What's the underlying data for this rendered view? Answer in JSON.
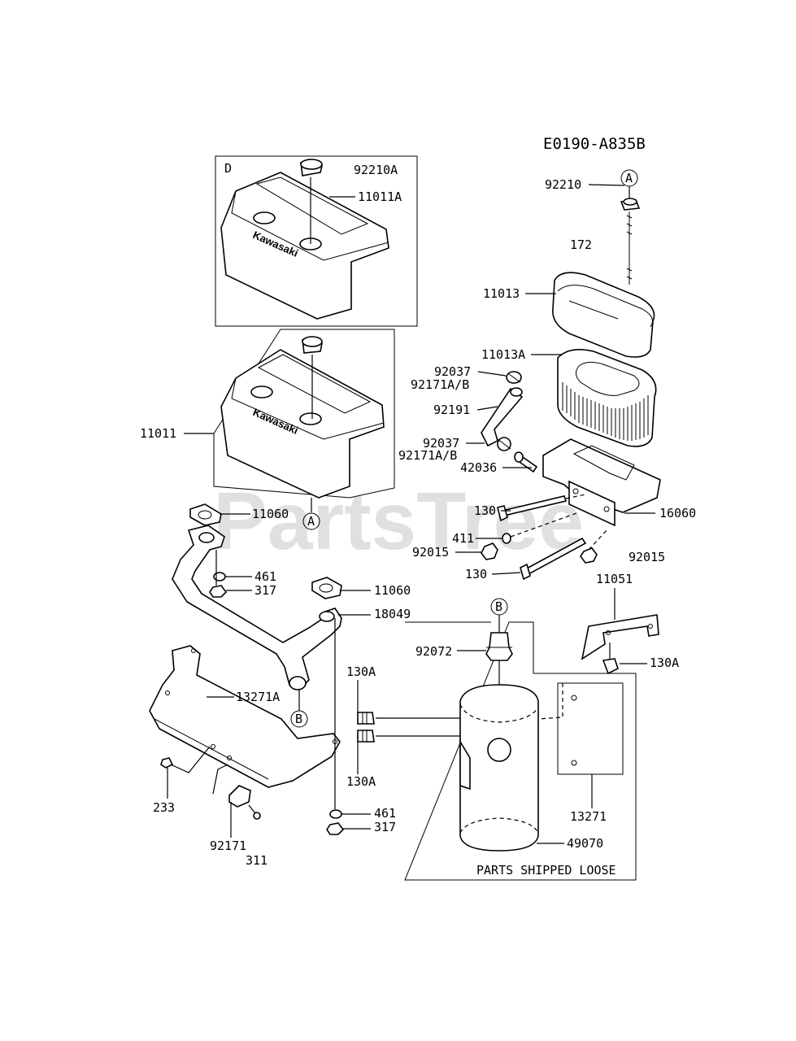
{
  "diagram": {
    "code": "E0190-A835B",
    "watermark": "PartsTree",
    "brand_mark": "Kawasaki",
    "box_label_d": "D",
    "shipped_loose_note": "PARTS SHIPPED LOOSE",
    "callouts": {
      "a": "A",
      "b": "B"
    },
    "part_numbers": {
      "p92210A": "92210A",
      "p11011A": "11011A",
      "p11011": "11011",
      "p92210": "92210",
      "p172": "172",
      "p11013": "11013",
      "p11013A": "11013A",
      "p92037_top": "92037",
      "p92171AB_top": "92171A/B",
      "p92191": "92191",
      "p92037_bot": "92037",
      "p92171AB_bot": "92171A/B",
      "p42036": "42036",
      "p130_top": "130",
      "p16060": "16060",
      "p411": "411",
      "p92015_left": "92015",
      "p92015_right": "92015",
      "p130_mid": "130",
      "p11060_top": "11060",
      "p461_top": "461",
      "p317_top": "317",
      "p11060_bot": "11060",
      "p18049": "18049",
      "p11051": "11051",
      "p92072": "92072",
      "p130A_right": "130A",
      "p130A_top": "130A",
      "p13271A": "13271A",
      "p130A_bot": "130A",
      "p233": "233",
      "p13271": "13271",
      "p461_bot": "461",
      "p317_bot": "317",
      "p49070": "49070",
      "p92171": "92171",
      "p311": "311"
    }
  }
}
